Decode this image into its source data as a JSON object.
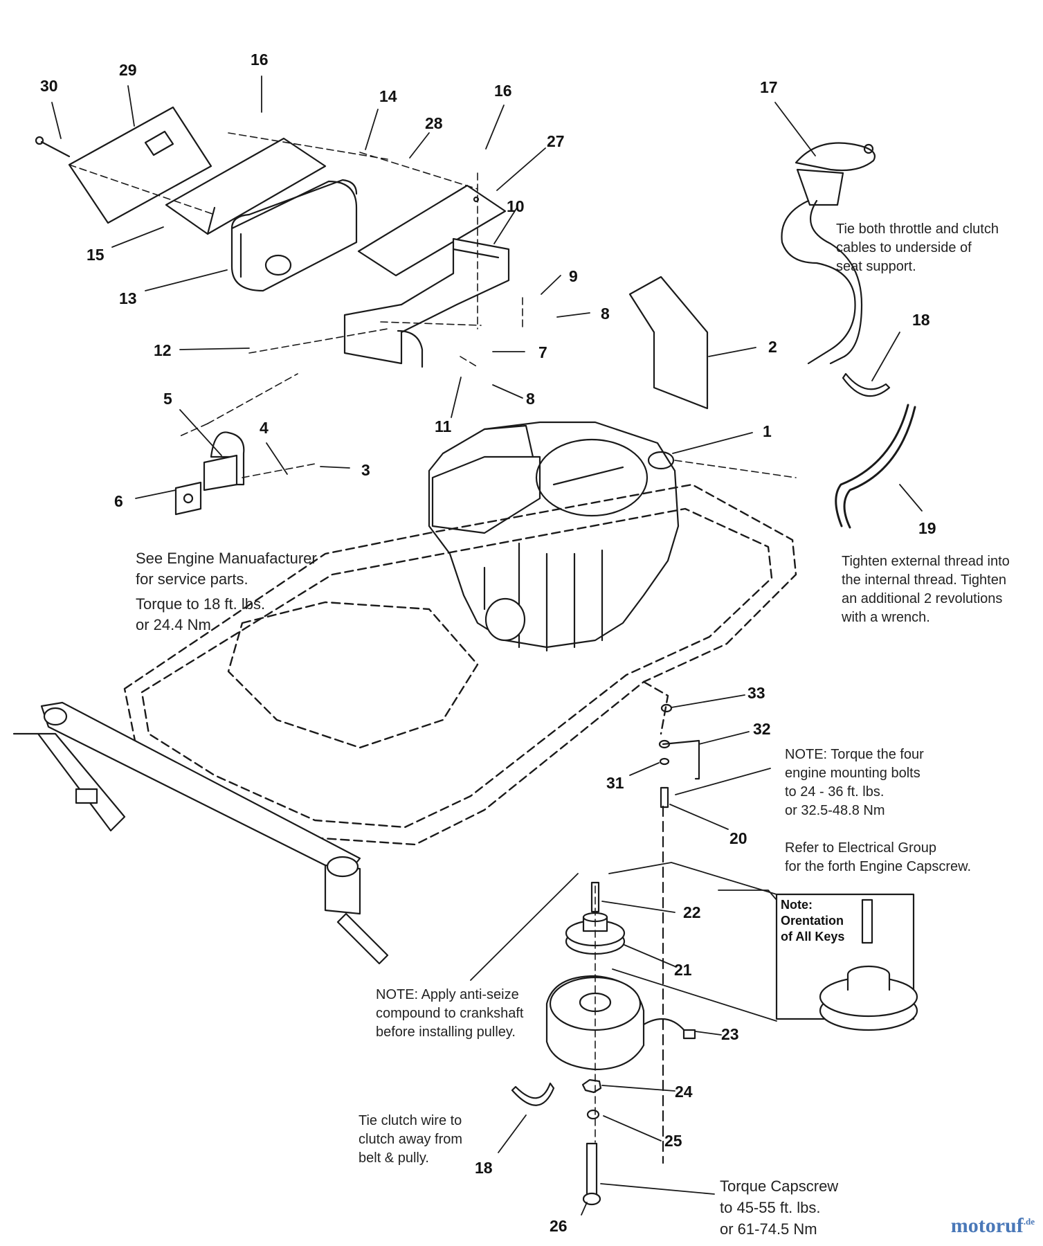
{
  "callouts": [
    "30",
    "29",
    "16",
    "14",
    "28",
    "16",
    "27",
    "17",
    "15",
    "13",
    "10",
    "9",
    "8",
    "12",
    "7",
    "2",
    "18",
    "11",
    "8",
    "5",
    "4",
    "3",
    "1",
    "6",
    "19",
    "33",
    "32",
    "31",
    "20",
    "22",
    "21",
    "23",
    "24",
    "25",
    "18",
    "26"
  ],
  "notes": {
    "cables": [
      "Tie both throttle and clutch",
      "cables to underside of",
      "seat support."
    ],
    "thread": [
      "Tighten external thread into",
      "the internal thread. Tighten",
      "an additional 2 revolutions",
      "with a wrench."
    ],
    "engine_mfr": [
      "See Engine Manuafacturer",
      "for service parts."
    ],
    "torque18": [
      "Torque to 18 ft. lbs.",
      "or 24.4 Nm"
    ],
    "mounting": [
      "NOTE: Torque the four",
      "engine mounting bolts",
      "to 24 - 36 ft. lbs.",
      "or 32.5-48.8 Nm"
    ],
    "electrical": [
      "Refer to Electrical Group",
      "for the forth Engine Capscrew."
    ],
    "keys_box": [
      "Note:",
      "Orentation",
      "of All Keys"
    ],
    "antiseize": [
      "NOTE: Apply anti-seize",
      "compound to crankshaft",
      "before installing pulley."
    ],
    "clutch_wire": [
      "Tie clutch wire to",
      "clutch away from",
      "belt & pully."
    ],
    "capscrew": [
      "Torque Capscrew",
      "to 45-55 ft. lbs.",
      "or 61-74.5 Nm"
    ]
  },
  "watermark": {
    "main": "motoruf",
    "suffix": ".de"
  }
}
